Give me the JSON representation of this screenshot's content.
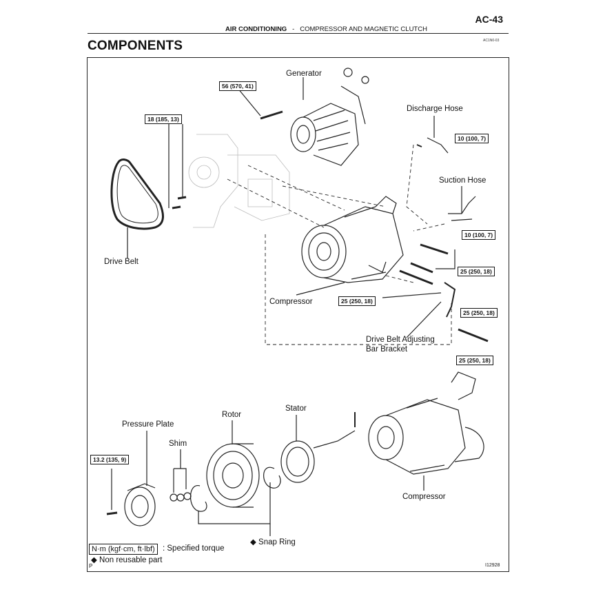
{
  "header": {
    "page_number": "AC-43",
    "section_main": "AIR CONDITIONING",
    "section_sep": "-",
    "section_sub": "COMPRESSOR AND MAGNETIC CLUTCH",
    "doc_code": "AC1N0-03"
  },
  "title": "COMPONENTS",
  "labels": {
    "generator": "Generator",
    "discharge_hose": "Discharge Hose",
    "suction_hose": "Suction Hose",
    "drive_belt": "Drive Belt",
    "compressor_top": "Compressor",
    "drive_belt_bracket_1": "Drive Belt Adjusting",
    "drive_belt_bracket_2": "Bar Bracket",
    "pressure_plate": "Pressure Plate",
    "shim": "Shim",
    "rotor": "Rotor",
    "stator": "Stator",
    "compressor_bottom": "Compressor",
    "snap_ring": "◆ Snap Ring"
  },
  "torques": {
    "t1": "56 (570, 41)",
    "t2": "18 (185, 13)",
    "t3": "10 (100, 7)",
    "t4": "10 (100, 7)",
    "t5": "25 (250, 18)",
    "t6": "25 (250, 18)",
    "t7": "25 (250, 18)",
    "t8": "25 (250, 18)",
    "t9": "13.2 (135, 9)"
  },
  "legend": {
    "unit_box": "N·m (kgf·cm, ft·lbf)",
    "torque_text": ": Specified torque",
    "non_reusable": "◆ Non reusable part"
  },
  "footer": {
    "p_mark": "P",
    "figure_number": "I12928"
  }
}
